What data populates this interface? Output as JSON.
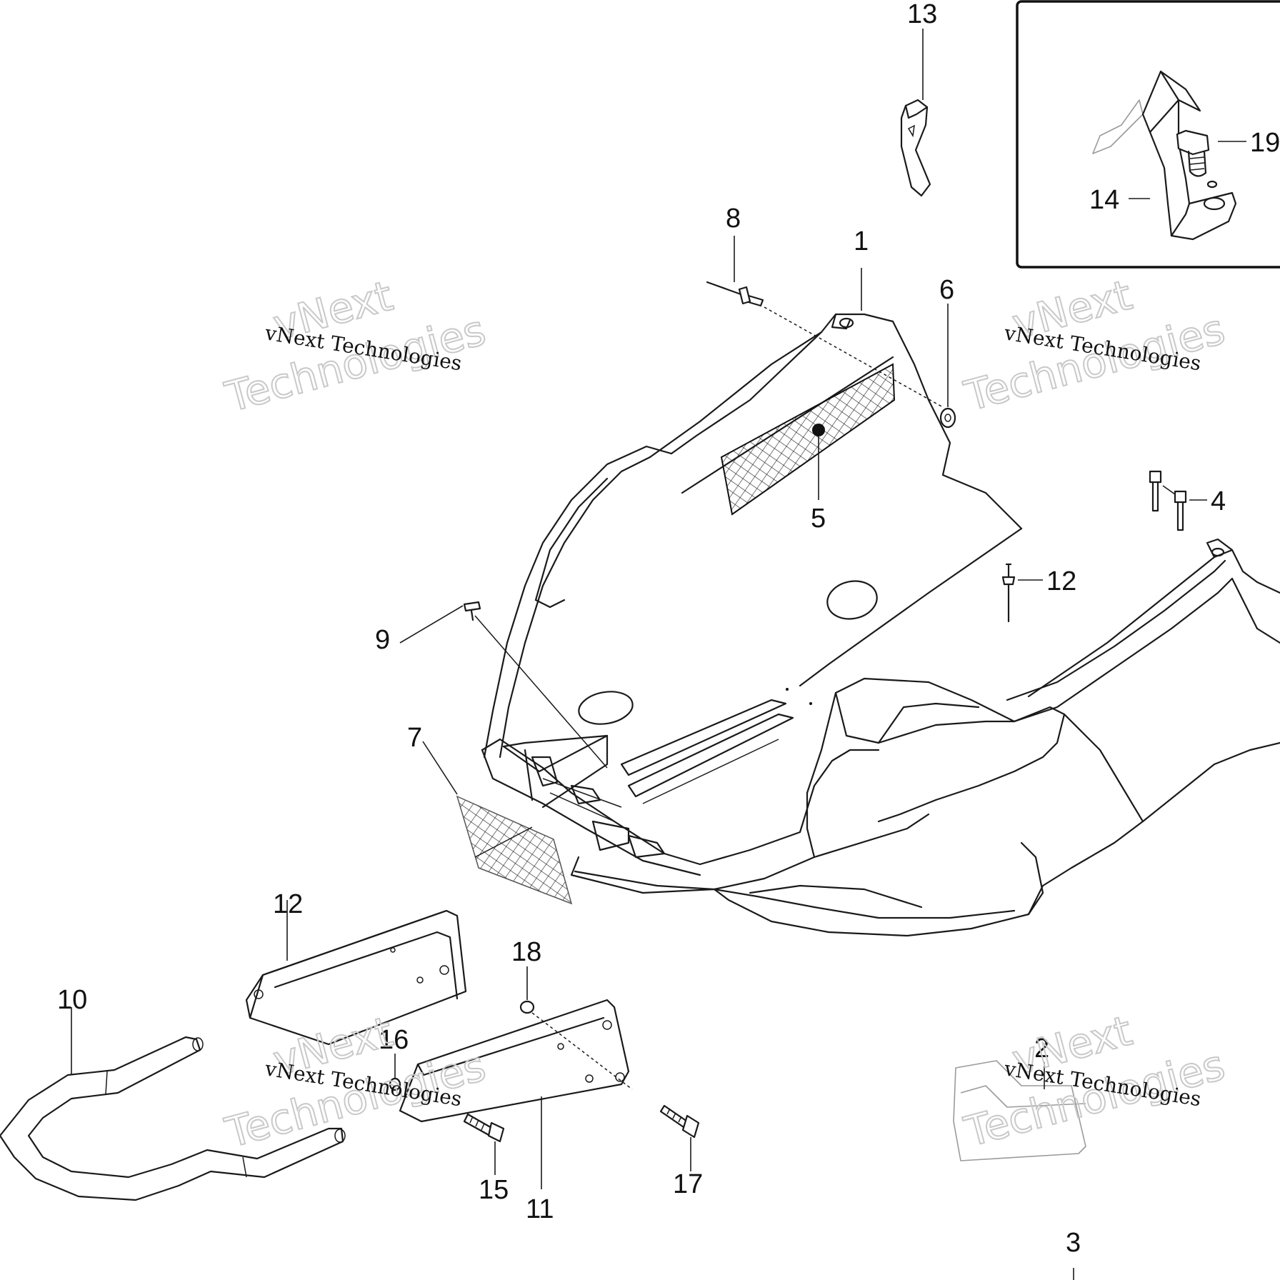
{
  "callouts": {
    "c1": "1",
    "c2": "2",
    "c3": "3",
    "c4": "4",
    "c5": "5",
    "c6": "6",
    "c7": "7",
    "c8": "8",
    "c9": "9",
    "c10": "10",
    "c11": "11",
    "c12a": "12",
    "c12b": "12",
    "c13": "13",
    "c14": "14",
    "c15": "15",
    "c16": "16",
    "c17": "17",
    "c18": "18",
    "c19": "19"
  },
  "watermark": {
    "line_small": "vNext Technologies",
    "big_top": "vNext",
    "big_bottom": "Technologies"
  }
}
